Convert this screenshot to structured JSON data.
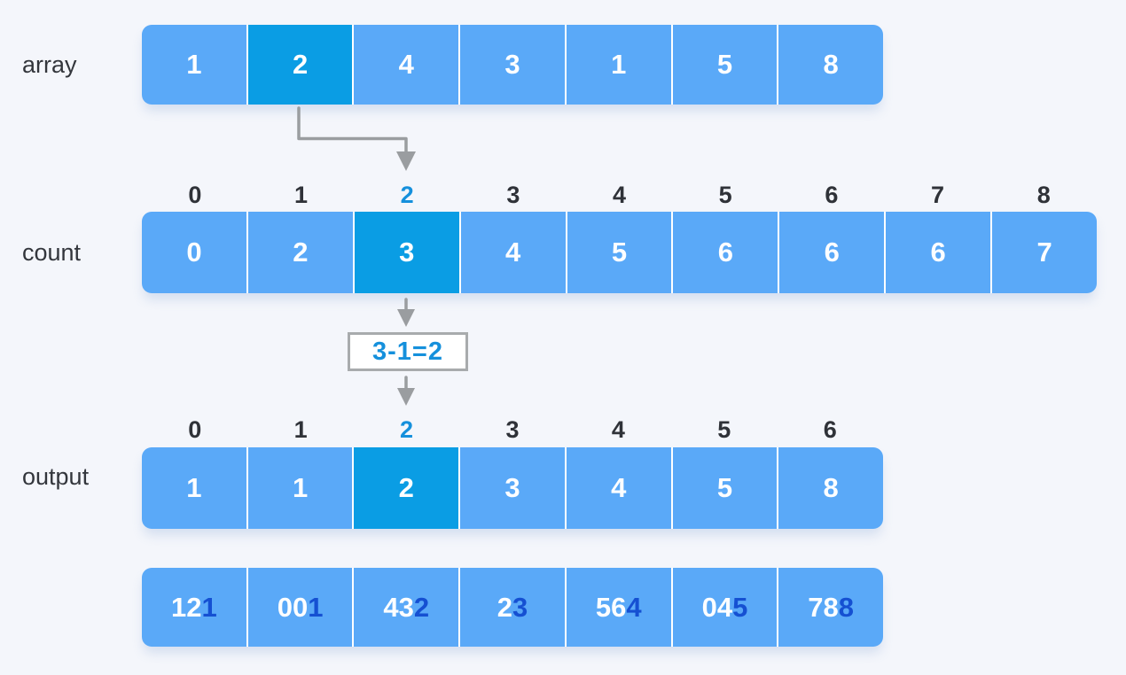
{
  "colors": {
    "bg": "#f4f6fb",
    "cell": "#5aa9f8",
    "cell-highlight": "#0a9de4",
    "cell-text": "#fdfeff",
    "label-text": "#33363c",
    "index-text": "#2f3238",
    "accent-blue": "#1590dc",
    "digit-blue": "#1550d2",
    "arrow-gray": "#9a9da0",
    "box-border": "#a8abad",
    "box-bg": "#ffffff"
  },
  "rows": {
    "array": {
      "label": "array",
      "values": [
        "1",
        "2",
        "4",
        "3",
        "1",
        "5",
        "8"
      ],
      "highlight_index": 1
    },
    "count": {
      "label": "count",
      "indices": [
        "0",
        "1",
        "2",
        "3",
        "4",
        "5",
        "6",
        "7",
        "8"
      ],
      "values": [
        "0",
        "2",
        "3",
        "4",
        "5",
        "6",
        "6",
        "6",
        "7"
      ],
      "highlight_index": 2
    },
    "output": {
      "label": "output",
      "indices": [
        "0",
        "1",
        "2",
        "3",
        "4",
        "5",
        "6"
      ],
      "values": [
        "1",
        "1",
        "2",
        "3",
        "4",
        "5",
        "8"
      ],
      "highlight_index": 2
    },
    "stability": {
      "cells": [
        {
          "prefix": "12",
          "suffix": "1"
        },
        {
          "prefix": "00",
          "suffix": "1"
        },
        {
          "prefix": "43",
          "suffix": "2"
        },
        {
          "prefix": "2",
          "suffix": "3"
        },
        {
          "prefix": "56",
          "suffix": "4"
        },
        {
          "prefix": "04",
          "suffix": "5"
        },
        {
          "prefix": "78",
          "suffix": "8"
        }
      ]
    }
  },
  "equation": {
    "text": "3-1=2"
  }
}
